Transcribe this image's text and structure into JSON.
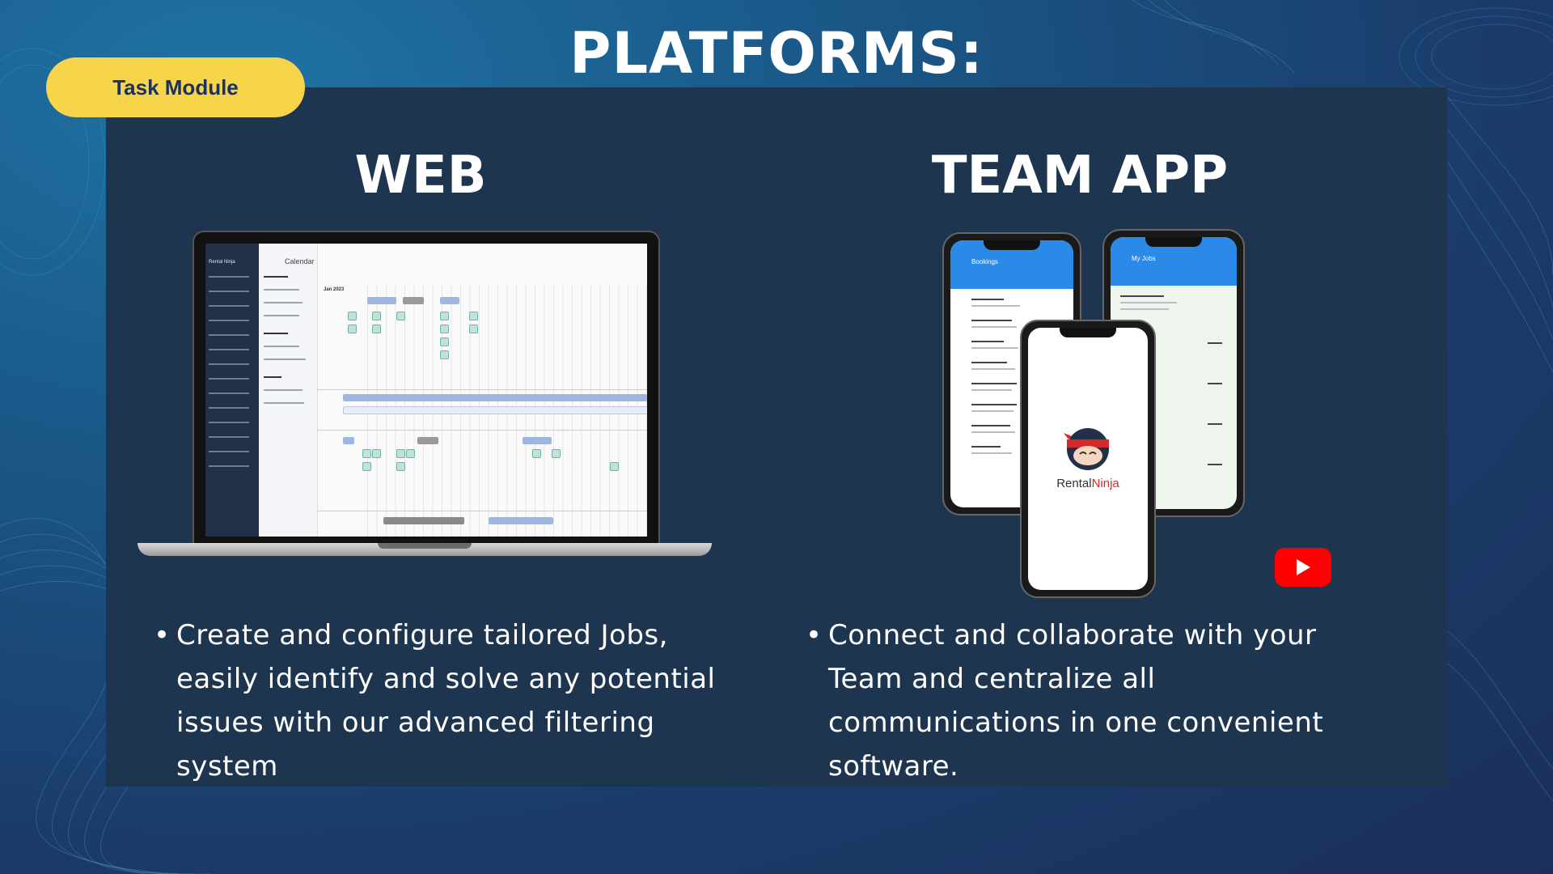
{
  "slide": {
    "title": "PLATFORMS:",
    "badge": "Task Module"
  },
  "web": {
    "heading": "WEB",
    "bullet": "Create and configure tailored Jobs, easily identify and solve any potential issues with our advanced filtering system",
    "screen": {
      "brand": "Rental Ninja",
      "calendar_title": "Calendar",
      "month": "Jan 2023"
    }
  },
  "app": {
    "heading": "TEAM APP",
    "bullet": "Connect and collaborate with your Team and centralize all communications in one convenient software.",
    "phone_left_title": "Bookings",
    "phone_right_title": "My Jobs",
    "logo_rental": "Rental",
    "logo_ninja": "Ninja"
  },
  "colors": {
    "badge": "#f7d54a",
    "panel": "#1e3550",
    "app_blue": "#2b8ae8",
    "youtube": "#ff0000"
  },
  "icons": {
    "video": "youtube-play-icon",
    "logo": "ninja-logo-icon"
  }
}
